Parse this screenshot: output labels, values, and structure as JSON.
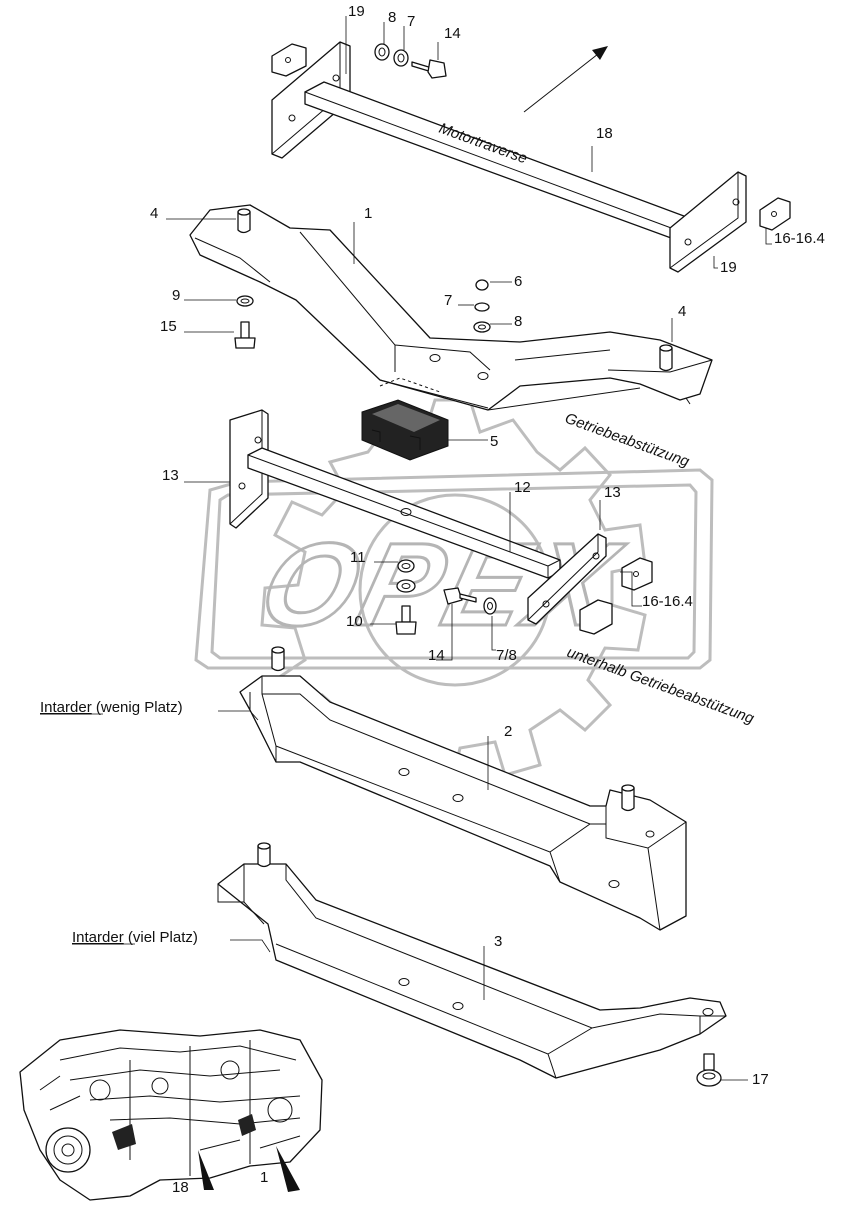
{
  "callouts": {
    "c19_top": "19",
    "c8_top": "8",
    "c7_top": "7",
    "c14_top": "14",
    "c18": "18",
    "c4_left": "4",
    "c1": "1",
    "c16_top": "16-16.4",
    "c19_right": "19",
    "c6": "6",
    "c9": "9",
    "c7_mid": "7",
    "c4_right": "4",
    "c15": "15",
    "c8_mid": "8",
    "c5": "5",
    "c13_left": "13",
    "c12": "12",
    "c13_right": "13",
    "c11": "11",
    "c16_bottom": "16-16.4",
    "c10": "10",
    "c14_bottom": "14",
    "c7_8": "7/8",
    "c2": "2",
    "c3": "3",
    "c17": "17",
    "c18_engine": "18",
    "c1_engine": "1"
  },
  "texts": {
    "motortraverse": "Motortraverse",
    "getriebe": "Getriebeabstützung",
    "unterhalb": "unterhalb Getriebeabstützung",
    "intarder_wenig_word": "Intarder",
    "intarder_wenig_rest": " (wenig Platz)",
    "intarder_viel_word": "Intarder",
    "intarder_viel_rest": " (viel Platz)",
    "watermark": "OPEX"
  }
}
